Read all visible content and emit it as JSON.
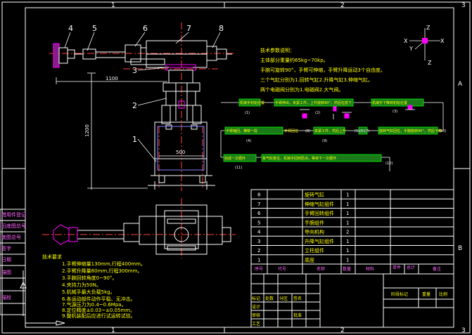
{
  "frame": {
    "zone_numbers_top": [
      "1",
      "2",
      "3"
    ],
    "zone_numbers_bottom": [
      "1",
      "2",
      "3"
    ],
    "zone_letters_right": [
      "A",
      "B"
    ]
  },
  "callouts": [
    "4",
    "5",
    "6",
    "7",
    "8",
    "3",
    "2",
    "1"
  ],
  "dimensions": {
    "reach": "1100",
    "height": "1200",
    "width": "500"
  },
  "axes": {
    "z_top": "Z",
    "x_left": "X",
    "y_left": "Y",
    "x_right": "X",
    "z_bottom": "Z"
  },
  "notes_top": [
    "技术参数说明：",
    "主体部分重量约65kg~70kp。",
    "手腕可旋转90°，手臂可伸缩，手臂升降运动3个自由度。",
    "三个气缸分别为1.回转气缸2.升降气缸3.伸缩气缸。",
    "两个电磁阀分别为1.电磁阀2.大气阀。"
  ],
  "flowchart": {
    "row1": [
      "机械手初始位置",
      "手臂伸出，夹紧工件，上升旋转90°，然后在放下",
      "机械手下降到初始位置"
    ],
    "row1_nums": [
      "(1)",
      "(2)",
      "(3)"
    ],
    "row2": [
      "手臂缩回，横移一段",
      "夹紧工件，然后上升",
      "手臂回位",
      "旋转气缸回位，手腕旋转90°，然后下降"
    ],
    "row2_nums": [
      "(4)",
      "(5)(6)(7)",
      "(8)",
      "(9)",
      "(10)"
    ],
    "row3": [
      "完成一次循环",
      "各气缸复位，机械手回到原点，等待下一次循环"
    ],
    "row3_nums": [
      "(11)",
      "(12)"
    ]
  },
  "parts_table": {
    "rows": [
      {
        "no": "8",
        "name": "旋转气缸",
        "qty": "1"
      },
      {
        "no": "7",
        "name": "伸缩气缸组件",
        "qty": "1"
      },
      {
        "no": "6",
        "name": "手臂回转组件",
        "qty": "1"
      },
      {
        "no": "5",
        "name": "手腕组件",
        "qty": "1"
      },
      {
        "no": "4",
        "name": "导向机构",
        "qty": "2"
      },
      {
        "no": "3",
        "name": "升降气缸组件",
        "qty": "1"
      },
      {
        "no": "2",
        "name": "立柱组件",
        "qty": "1"
      },
      {
        "no": "1",
        "name": "底座",
        "qty": "1"
      }
    ],
    "header": [
      "序号",
      "代号",
      "名称",
      "数量",
      "材料",
      "单件",
      "总计",
      "备注"
    ]
  },
  "title_block": {
    "labels": [
      "标记",
      "处数",
      "分区",
      "签名",
      "设计",
      "审核",
      "工艺",
      "批准"
    ],
    "right_labels": [
      "阶段标记",
      "重量",
      "比例"
    ]
  },
  "left_strip": [
    "借用件登记",
    "旧底图总号",
    "底图总号",
    "签字",
    "日期",
    "描图",
    "描校"
  ],
  "notes_bottom": [
    "技术要求",
    "1.手臂伸缩量130mm,行程400mm。",
    "2.手臂升降量80mm,行程300mm。",
    "3.手腕回转角度0~90°。",
    "4.夹持力为50N。",
    "5.机械手最大负载5kg。",
    "6.各运动部件动作平稳、无冲击。",
    "7.气源压力为0.4~0.6Mpa。",
    "8.定位精度±0.03~±0.05mm。",
    "9.整机装配后应进行试运转试验。"
  ],
  "colors": {
    "frame": "#ffffff",
    "drawing": "#ffffff",
    "dimension": "#ffffff",
    "center": "#ff4040",
    "yellow": "#ffff00",
    "green": "#00ff00",
    "cyan": "#00e5ff",
    "magenta": "#ff00ff",
    "blue": "#3f8cff"
  }
}
